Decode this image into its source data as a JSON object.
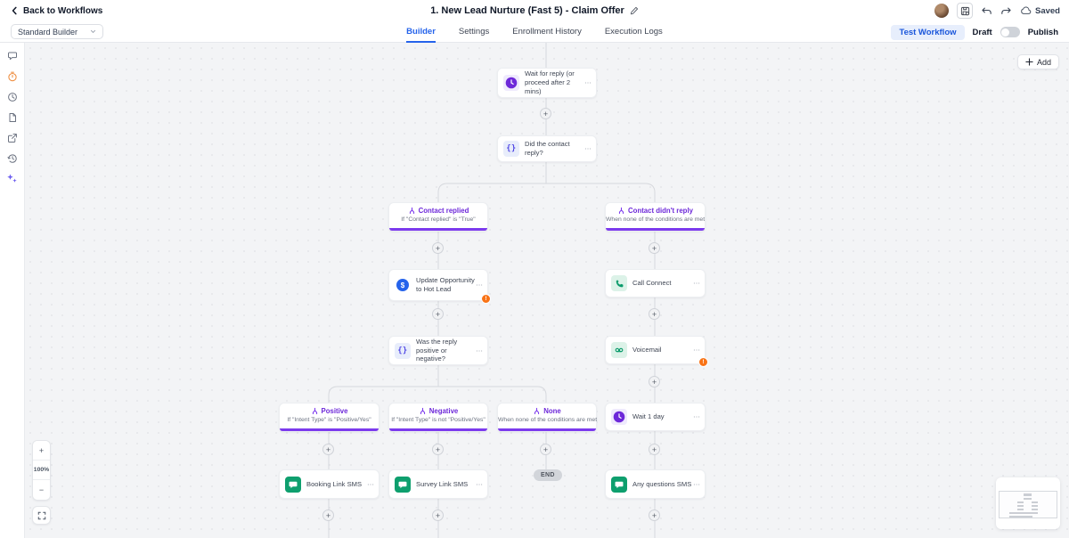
{
  "topbar": {
    "back_label": "Back to Workflows",
    "title": "1. New Lead Nurture (Fast 5) - Claim Offer",
    "saved_label": "Saved"
  },
  "toolbar": {
    "builder_mode": "Standard Builder",
    "tabs": [
      {
        "label": "Builder",
        "active": true
      },
      {
        "label": "Settings",
        "active": false
      },
      {
        "label": "Enrollment History",
        "active": false
      },
      {
        "label": "Execution Logs",
        "active": false
      }
    ],
    "test_workflow_label": "Test Workflow",
    "draft_label": "Draft",
    "publish_label": "Publish"
  },
  "sidebar": {
    "icons": [
      "comment-icon",
      "timer-icon",
      "clock-icon",
      "file-icon",
      "external-link-icon",
      "history-icon",
      "ai-sparkles-icon"
    ]
  },
  "canvas": {
    "add_label": "Add",
    "plus_glyph": "+",
    "minus_glyph": "−",
    "menu_glyph": "⋯",
    "zoom_level": "100%",
    "end_label": "END",
    "braces_glyph": "{}",
    "dollar_glyph": "$",
    "warning_glyph": "!",
    "nodes": [
      {
        "id": "wait-for-reply",
        "type": "wait",
        "icon": "clock-icon",
        "title": "Wait for reply (or proceed after 2 mins)"
      },
      {
        "id": "did-contact-reply",
        "type": "condition",
        "icon": "braces-icon",
        "title": "Did the contact reply?"
      },
      {
        "id": "contact-replied",
        "type": "branch",
        "icon": "branch-icon",
        "title": "Contact replied",
        "subtitle": "If \"Contact replied\" is \"True\""
      },
      {
        "id": "contact-didnt-reply",
        "type": "branch",
        "icon": "branch-icon",
        "title": "Contact didn't reply",
        "subtitle": "When none of the conditions are met"
      },
      {
        "id": "update-opportunity",
        "type": "action",
        "icon": "opportunity-icon",
        "title": "Update Opportunity to Hot Lead",
        "warning": true
      },
      {
        "id": "call-connect",
        "type": "action",
        "icon": "phone-icon",
        "title": "Call Connect"
      },
      {
        "id": "was-reply-positive",
        "type": "condition",
        "icon": "braces-icon",
        "title": "Was the reply positive or negative?"
      },
      {
        "id": "voicemail",
        "type": "action",
        "icon": "voicemail-icon",
        "title": "Voicemail",
        "warning": true
      },
      {
        "id": "positive",
        "type": "branch",
        "icon": "branch-icon",
        "title": "Positive",
        "subtitle": "If \"Intent Type\" is \"Positive/Yes\""
      },
      {
        "id": "negative",
        "type": "branch",
        "icon": "branch-icon",
        "title": "Negative",
        "subtitle": "If \"Intent Type\" is not \"Positive/Yes\""
      },
      {
        "id": "none",
        "type": "branch",
        "icon": "branch-icon",
        "title": "None",
        "subtitle": "When none of the conditions are met"
      },
      {
        "id": "wait-1-day",
        "type": "wait",
        "icon": "clock-icon",
        "title": "Wait 1 day"
      },
      {
        "id": "booking-link-sms",
        "type": "sms",
        "icon": "sms-icon",
        "title": "Booking Link SMS"
      },
      {
        "id": "survey-link-sms",
        "type": "sms",
        "icon": "sms-icon",
        "title": "Survey Link SMS"
      },
      {
        "id": "any-questions-sms",
        "type": "sms",
        "icon": "sms-icon",
        "title": "Any questions SMS"
      }
    ]
  },
  "colors": {
    "accent_blue": "#2563eb",
    "purple": "#6d28d9",
    "green": "#0e9f6e",
    "warning_orange": "#f97316"
  }
}
